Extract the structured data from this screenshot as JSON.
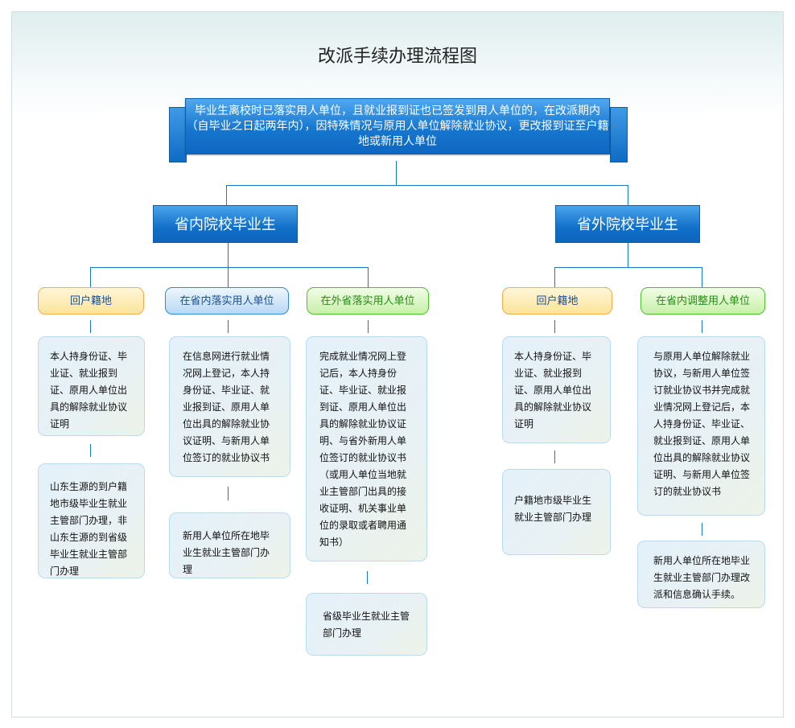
{
  "title": "改派手续办理流程图",
  "top": "毕业生离校时已落实用人单位，且就业报到证也已签发到用人单位的，在改派期内（自毕业之日起两年内），因特殊情况与原用人单位解除就业协议，更改报到证至户籍地或新用人单位",
  "left_header": "省内院校毕业生",
  "right_header": "省外院校毕业生",
  "columns": [
    {
      "label": "回户籍地",
      "step1": "本人持身份证、毕业证、就业报到证、原用人单位出具的解除就业协议证明",
      "step2": "山东生源的到户籍地市级毕业生就业主管部门办理，非山东生源的到省级毕业生就业主管部门办理"
    },
    {
      "label": "在省内落实用人单位",
      "step1": "在信息网进行就业情况网上登记，本人持身份证、毕业证、就业报到证、原用人单位出具的解除就业协议证明、与新用人单位签订的就业协议书",
      "step2": "新用人单位所在地毕业生就业主管部门办理"
    },
    {
      "label": "在外省落实用人单位",
      "step1": "完成就业情况网上登记后，本人持身份证、毕业证、就业报到证、原用人单位出具的解除就业协议证明、与省外新用人单位签订的就业协议书（或用人单位当地就业主管部门出具的接收证明、机关事业单位的录取或者聘用通知书）",
      "step2": "省级毕业生就业主管部门办理"
    },
    {
      "label": "回户籍地",
      "step1": "本人持身份证、毕业证、就业报到证、原用人单位出具的解除就业协议证明",
      "step2": "户籍地市级毕业生就业主管部门办理"
    },
    {
      "label": "在省内调整用人单位",
      "step1": "与原用人单位解除就业协议，与新用人单位签订就业协议书并完成就业情况网上登记后，本人持身份证、毕业证、就业报到证、原用人单位出具的解除就业协议证明、与新用人单位签订的就业协议书",
      "step2": "新用人单位所在地毕业生就业主管部门办理改派和信息确认手续。"
    }
  ]
}
